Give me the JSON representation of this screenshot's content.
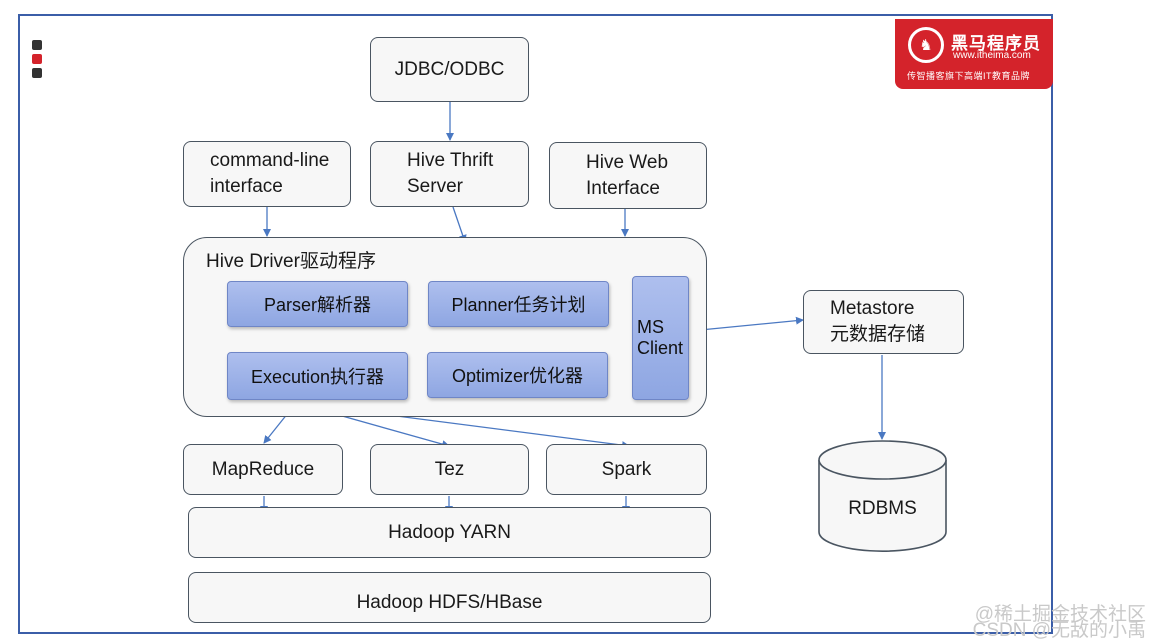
{
  "nodes": {
    "jdbc": "JDBC/ODBC",
    "cli": [
      "command-line",
      "interface"
    ],
    "thrift": [
      "Hive Thrift",
      "Server"
    ],
    "web": [
      "Hive Web",
      "Interface"
    ],
    "driver_title": "Hive Driver驱动程序",
    "parser": "Parser解析器",
    "planner": "Planner任务计划",
    "execution": "Execution执行器",
    "optimizer": "Optimizer优化器",
    "ms_client": [
      "MS",
      "Client"
    ],
    "metastore": [
      "Metastore",
      "元数据存储"
    ],
    "rdbms": "RDBMS",
    "mapreduce": "MapReduce",
    "tez": "Tez",
    "spark": "Spark",
    "yarn": "Hadoop YARN",
    "hdfs": "Hadoop HDFS/HBase"
  },
  "logo": {
    "name": "黑马程序员",
    "url": "www.itheima.com",
    "tagline": "传智播客旗下高端IT教育品牌"
  },
  "watermark": [
    "@稀土掘金技术社区",
    "CSDN @无敌的小禹"
  ],
  "colors": {
    "frame": "#3b5ea8",
    "module_fill": "#9fb3ea",
    "arrow": "#4a78c2",
    "logo": "#d4232b"
  }
}
